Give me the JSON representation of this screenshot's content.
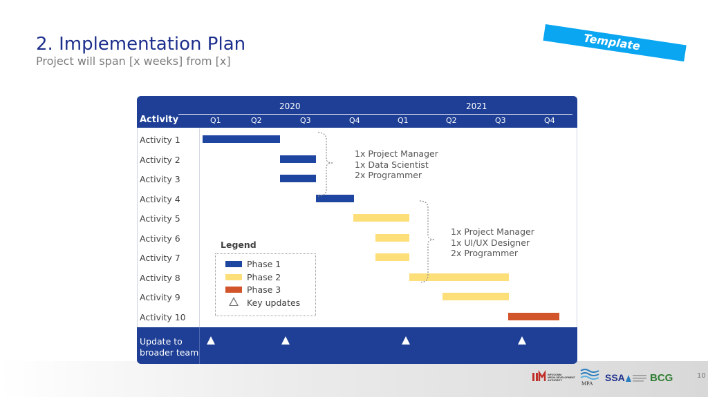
{
  "header": {
    "title": "2. Implementation Plan",
    "subtitle": "Project will span [x weeks] from [x]",
    "template_tag": "Template"
  },
  "gantt": {
    "activity_header": "Activity",
    "years": [
      "2020",
      "2021"
    ],
    "quarters": [
      "Q1",
      "Q2",
      "Q3",
      "Q4",
      "Q1",
      "Q2",
      "Q3",
      "Q4"
    ],
    "rows": [
      {
        "label": "Activity 1",
        "phase": "Phase 1"
      },
      {
        "label": "Activity 2",
        "phase": "Phase 1"
      },
      {
        "label": "Activity 3",
        "phase": "Phase 1"
      },
      {
        "label": "Activity 4",
        "phase": "Phase 1"
      },
      {
        "label": "Activity 5",
        "phase": "Phase 2"
      },
      {
        "label": "Activity 6",
        "phase": "Phase 2"
      },
      {
        "label": "Activity 7",
        "phase": "Phase 2"
      },
      {
        "label": "Activity 8",
        "phase": "Phase 2"
      },
      {
        "label": "Activity 9",
        "phase": "Phase 2"
      },
      {
        "label": "Activity 10",
        "phase": "Phase 3"
      }
    ],
    "update_label": "Update to broader team",
    "notes": [
      {
        "lines": [
          "1x Project Manager",
          "1x Data Scientist",
          "2x Programmer"
        ]
      },
      {
        "lines": [
          "1x Project Manager",
          "1x UI/UX Designer",
          "2x Programmer"
        ]
      }
    ],
    "legend": {
      "title": "Legend",
      "items": [
        "Phase 1",
        "Phase 2",
        "Phase 3",
        "Key updates"
      ]
    },
    "colors": {
      "phase1": "#1e45a0",
      "phase2": "#fddf7a",
      "phase3": "#d2542b",
      "header": "#1e3f95"
    }
  },
  "footer": {
    "page_number": "10",
    "logos": [
      "IMDA INFOCOMM MEDIA DEVELOPMENT AUTHORITY",
      "MPA",
      "SSA",
      "BCG"
    ]
  }
}
